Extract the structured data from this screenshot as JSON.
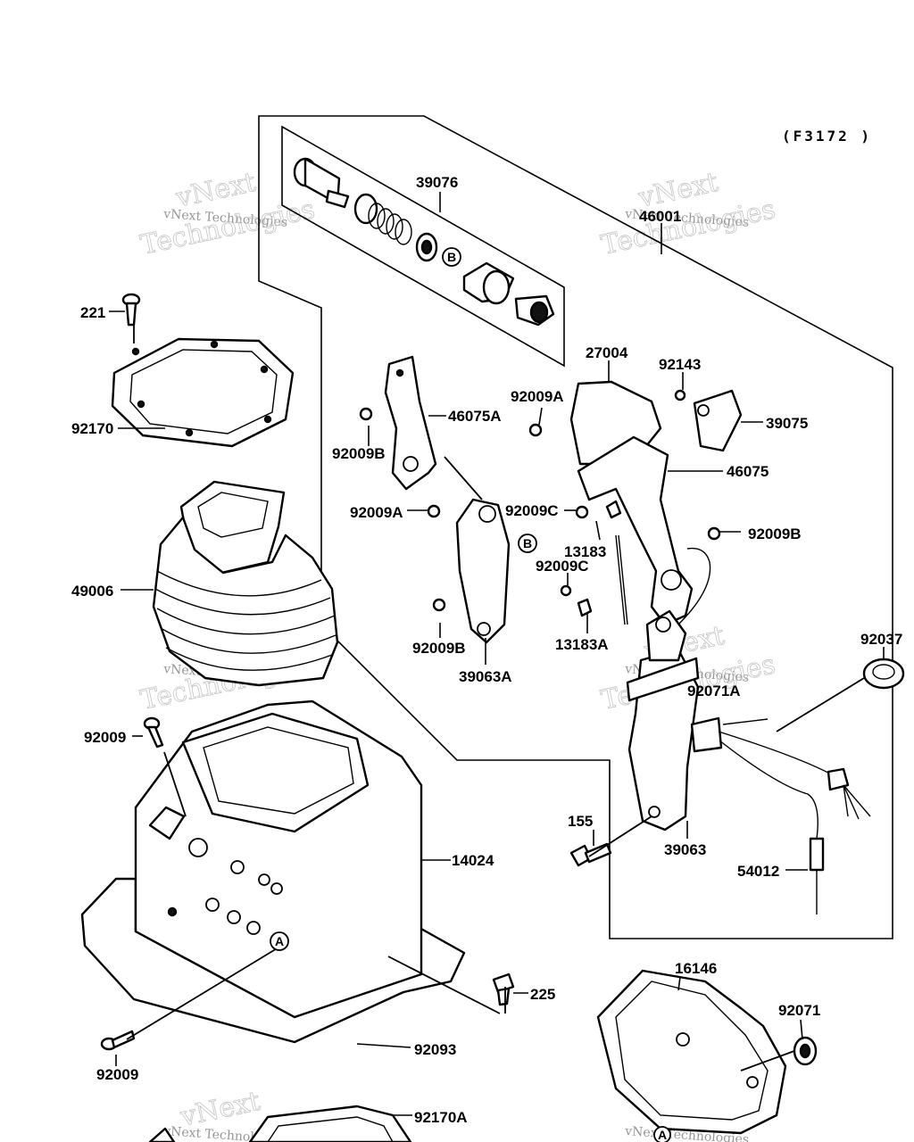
{
  "diagram_code": "(F3172 )",
  "watermark": {
    "line1": "vNext Technologies",
    "big1": "vNext",
    "big2": "Technologies"
  },
  "ref_marks": {
    "a": "A",
    "b": "B"
  },
  "parts": [
    {
      "id": "p39076",
      "number": "39076"
    },
    {
      "id": "p46001",
      "number": "46001"
    },
    {
      "id": "p221",
      "number": "221"
    },
    {
      "id": "p92170",
      "number": "92170"
    },
    {
      "id": "p27004",
      "number": "27004"
    },
    {
      "id": "p92143",
      "number": "92143"
    },
    {
      "id": "p92009A_1",
      "number": "92009A"
    },
    {
      "id": "p46075A",
      "number": "46075A"
    },
    {
      "id": "p39075",
      "number": "39075"
    },
    {
      "id": "p92009B_1",
      "number": "92009B"
    },
    {
      "id": "p46075",
      "number": "46075"
    },
    {
      "id": "p92009A_2",
      "number": "92009A"
    },
    {
      "id": "p92009C_1",
      "number": "92009C"
    },
    {
      "id": "p13183",
      "number": "13183"
    },
    {
      "id": "p92009B_2",
      "number": "92009B"
    },
    {
      "id": "p49006",
      "number": "49006"
    },
    {
      "id": "p92009C_2",
      "number": "92009C"
    },
    {
      "id": "p92009B_3",
      "number": "92009B"
    },
    {
      "id": "p13183A",
      "number": "13183A"
    },
    {
      "id": "p39063A",
      "number": "39063A"
    },
    {
      "id": "p92037",
      "number": "92037"
    },
    {
      "id": "p92071A",
      "number": "92071A"
    },
    {
      "id": "p92009_1",
      "number": "92009"
    },
    {
      "id": "p155",
      "number": "155"
    },
    {
      "id": "p39063",
      "number": "39063"
    },
    {
      "id": "p14024",
      "number": "14024"
    },
    {
      "id": "p54012",
      "number": "54012"
    },
    {
      "id": "p16146",
      "number": "16146"
    },
    {
      "id": "p225",
      "number": "225"
    },
    {
      "id": "p92071",
      "number": "92071"
    },
    {
      "id": "p92093",
      "number": "92093"
    },
    {
      "id": "p92009_2",
      "number": "92009"
    },
    {
      "id": "p92170A",
      "number": "92170A"
    }
  ]
}
